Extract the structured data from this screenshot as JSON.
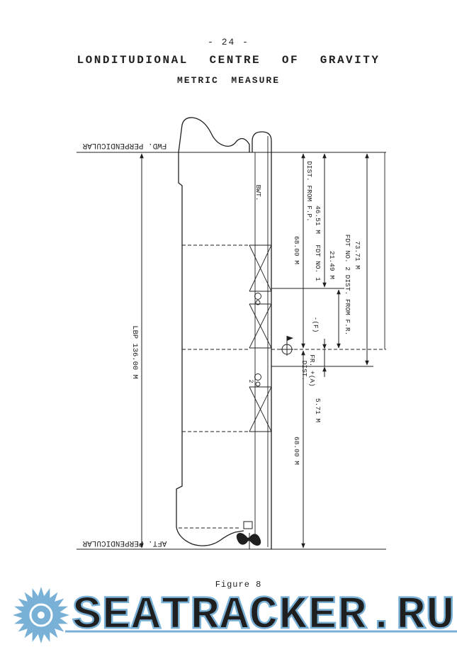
{
  "page": {
    "number": "- 24 -",
    "title": "LONDITUDIONAL CENTRE OF GRAVITY",
    "subtitle": "METRIC MEASURE",
    "figure_caption": "Figure 8"
  },
  "diagram": {
    "labels": {
      "fwd_perpendicular": "FWD. PERPENDICULAR",
      "aft_perpendicular": "AFT. PERPENDICULAR",
      "lbp": "LBP 136.00 M",
      "bwt": "BWT.",
      "len_68_upper": "68.00 M",
      "dist_from_fp": "DIST. FROM F.P.",
      "len_46_51": "46.51 M",
      "fdt_no_1": "FDT NO. 1",
      "len_21_49": "21.49 M",
      "fdt_no_2": "FDT NO. 2 DIST. FROM F.R.",
      "len_73_71": "73.71 M",
      "f_marker": "-(F)",
      "dist_fr": "DIST.",
      "fr_a": "FR. +(A)",
      "len_5_71": "5.71 M",
      "len_68_lower": "68.00 M",
      "small_2": "2"
    },
    "icons": {
      "cg_symbol": "centre-of-gravity-flag-symbol",
      "propeller": "propeller-silhouette"
    }
  },
  "watermark": {
    "text": "SEATRACKER.RU",
    "logo": "sun-burst-icon",
    "color": "#79b0d6"
  },
  "colors": {
    "ink": "#1f1f1f",
    "paper": "#ffffff",
    "watermark": "#79b0d6"
  }
}
